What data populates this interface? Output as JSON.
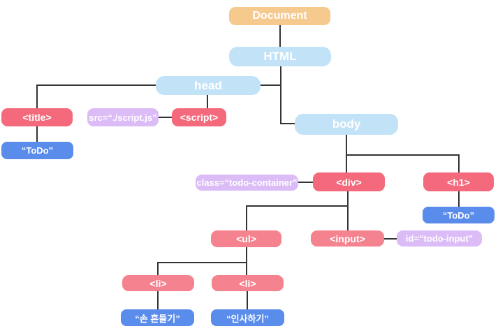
{
  "diagram": {
    "kind": "dom-tree",
    "colors": {
      "root_node": "#f6c98e",
      "container_node": "#c2e2f7",
      "element_node": "#f4697b",
      "element_node_light": "#f5838f",
      "attribute_node": "#dcbcf7",
      "text_node": "#5a8cec",
      "edge": "#333333",
      "node_text": "#ffffff",
      "background": "#ffffff"
    },
    "nodes": {
      "document": {
        "label": "Document",
        "kind": "root"
      },
      "html": {
        "label": "HTML",
        "kind": "container"
      },
      "head": {
        "label": "head",
        "kind": "container"
      },
      "body": {
        "label": "body",
        "kind": "container"
      },
      "title": {
        "label": "<title>",
        "kind": "element"
      },
      "src_attr": {
        "label": "src=“./script.js”",
        "kind": "attribute"
      },
      "script": {
        "label": "<script>",
        "kind": "element"
      },
      "title_text": {
        "label": "“ToDo”",
        "kind": "text"
      },
      "class_attr": {
        "label": "class=“todo-container”",
        "kind": "attribute"
      },
      "div": {
        "label": "<div>",
        "kind": "element"
      },
      "h1": {
        "label": "<h1>",
        "kind": "element"
      },
      "h1_text": {
        "label": "“ToDo”",
        "kind": "text"
      },
      "ul": {
        "label": "<ul>",
        "kind": "element"
      },
      "input": {
        "label": "<input>",
        "kind": "element"
      },
      "id_attr": {
        "label": "id=“todo-input”",
        "kind": "attribute"
      },
      "li1": {
        "label": "<li>",
        "kind": "element"
      },
      "li2": {
        "label": "<li>",
        "kind": "element"
      },
      "li1_text": {
        "label": "“손 흔들기”",
        "kind": "text"
      },
      "li2_text": {
        "label": "“인사하기”",
        "kind": "text"
      }
    },
    "tree": [
      {
        "parent": "document",
        "children": [
          "html"
        ]
      },
      {
        "parent": "html",
        "children": [
          "head",
          "body"
        ]
      },
      {
        "parent": "head",
        "children": [
          "title",
          "script"
        ]
      },
      {
        "parent": "title",
        "children": [
          "title_text"
        ]
      },
      {
        "parent": "script",
        "children": [],
        "attributes": [
          "src_attr"
        ]
      },
      {
        "parent": "body",
        "children": [
          "div",
          "h1"
        ]
      },
      {
        "parent": "div",
        "children": [
          "ul",
          "input"
        ],
        "attributes": [
          "class_attr"
        ]
      },
      {
        "parent": "h1",
        "children": [
          "h1_text"
        ]
      },
      {
        "parent": "input",
        "children": [],
        "attributes": [
          "id_attr"
        ]
      },
      {
        "parent": "ul",
        "children": [
          "li1",
          "li2"
        ]
      },
      {
        "parent": "li1",
        "children": [
          "li1_text"
        ]
      },
      {
        "parent": "li2",
        "children": [
          "li2_text"
        ]
      }
    ]
  }
}
